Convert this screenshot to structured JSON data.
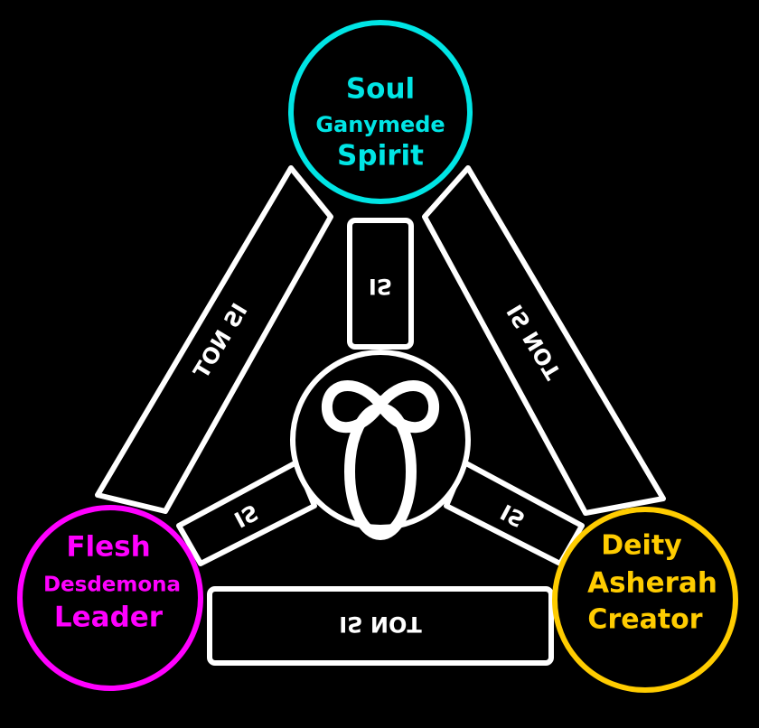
{
  "colors": {
    "soul": "#00e5e5",
    "flesh": "#ff00ff",
    "deity": "#ffcc00",
    "lines": "#ffffff",
    "background": "#000000"
  },
  "nodes": {
    "top": {
      "line1": "Soul",
      "line2": "Ganymede",
      "line3": "Spirit"
    },
    "left": {
      "line1": "Flesh",
      "line2": "Desdemona",
      "line3": "Leader"
    },
    "right": {
      "line1": "Deity",
      "line2": "Asherah",
      "line3": "Creator"
    }
  },
  "center": {
    "symbol": "trefoil-knot-icon"
  },
  "links": {
    "spoke_top": "IS",
    "spoke_left": "IS",
    "spoke_right": "IS",
    "edge_left": "IS NOT",
    "edge_right": "IS NOT",
    "edge_bottom": "IS NOT"
  }
}
